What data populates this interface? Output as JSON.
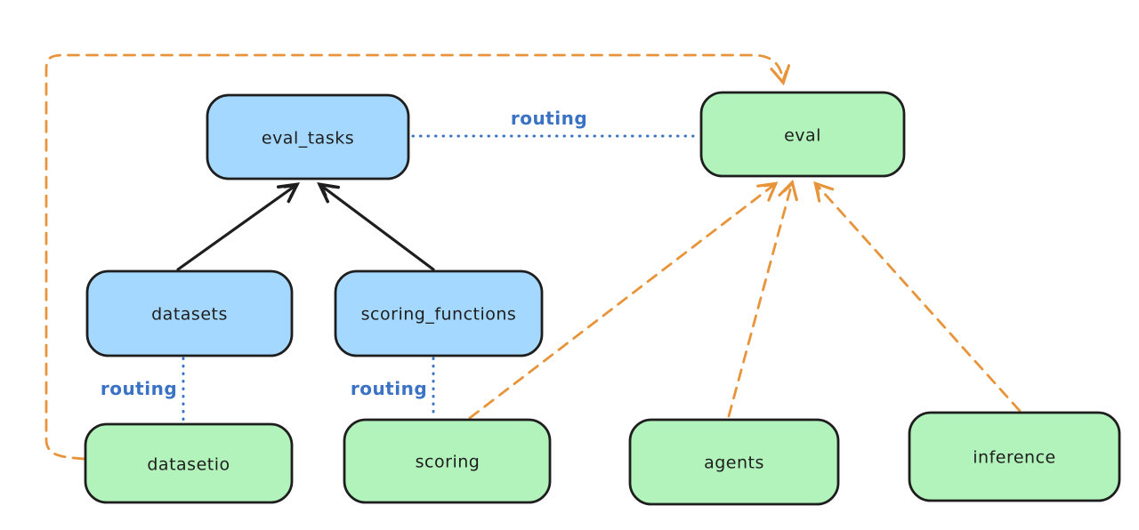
{
  "diagram": {
    "title": "llama-stack eval routing diagram",
    "colors": {
      "background": "#ffffff",
      "node_stroke": "#1e1e1e",
      "blue_node_fill": "#a5d8ff",
      "green_node_fill": "#b2f2bb",
      "routing_blue": "#3a72c4",
      "orange_dashed": "#e8943a",
      "black_arrow": "#1e1e1e"
    },
    "nodes": {
      "eval_tasks": {
        "label": "eval_tasks",
        "fill": "blue"
      },
      "eval": {
        "label": "eval",
        "fill": "green"
      },
      "datasets": {
        "label": "datasets",
        "fill": "blue"
      },
      "scoring_functions": {
        "label": "scoring_functions",
        "fill": "blue"
      },
      "datasetio": {
        "label": "datasetio",
        "fill": "green"
      },
      "scoring": {
        "label": "scoring",
        "fill": "green"
      },
      "agents": {
        "label": "agents",
        "fill": "green"
      },
      "inference": {
        "label": "inference",
        "fill": "green"
      }
    },
    "labels": {
      "routing_top": "routing",
      "routing_left": "routing",
      "routing_mid": "routing"
    },
    "edges": [
      {
        "from": "datasets",
        "to": "eval_tasks",
        "style": "solid",
        "color": "black",
        "arrow": true,
        "label": ""
      },
      {
        "from": "scoring_functions",
        "to": "eval_tasks",
        "style": "solid",
        "color": "black",
        "arrow": true,
        "label": ""
      },
      {
        "from": "eval_tasks",
        "to": "eval",
        "style": "dotted",
        "color": "blue",
        "arrow": false,
        "label": "routing"
      },
      {
        "from": "datasets",
        "to": "datasetio",
        "style": "dotted",
        "color": "blue",
        "arrow": false,
        "label": "routing"
      },
      {
        "from": "scoring_functions",
        "to": "scoring",
        "style": "dotted",
        "color": "blue",
        "arrow": false,
        "label": "routing"
      },
      {
        "from": "datasetio",
        "to": "eval",
        "style": "dashed",
        "color": "orange",
        "arrow": true,
        "label": ""
      },
      {
        "from": "scoring",
        "to": "eval",
        "style": "dashed",
        "color": "orange",
        "arrow": true,
        "label": ""
      },
      {
        "from": "agents",
        "to": "eval",
        "style": "dashed",
        "color": "orange",
        "arrow": true,
        "label": ""
      },
      {
        "from": "inference",
        "to": "eval",
        "style": "dashed",
        "color": "orange",
        "arrow": true,
        "label": ""
      }
    ]
  }
}
